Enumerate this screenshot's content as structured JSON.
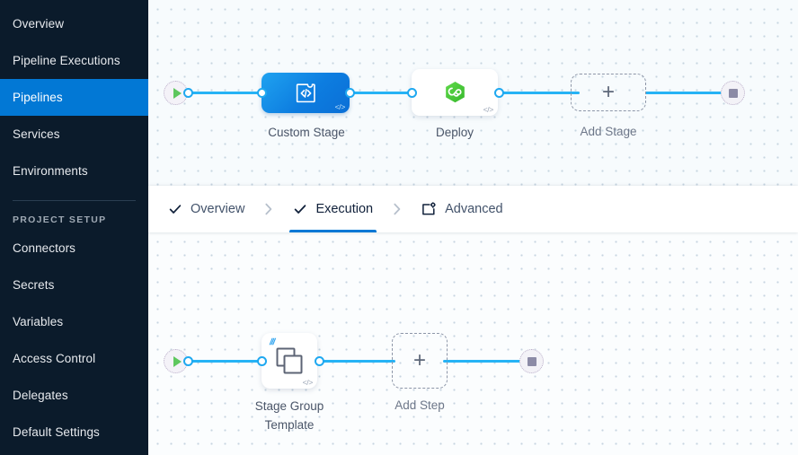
{
  "sidebar": {
    "items": [
      {
        "label": "Overview",
        "active": false
      },
      {
        "label": "Pipeline Executions",
        "active": false
      },
      {
        "label": "Pipelines",
        "active": true
      },
      {
        "label": "Services",
        "active": false
      },
      {
        "label": "Environments",
        "active": false
      }
    ],
    "section_label": "PROJECT SETUP",
    "setup_items": [
      {
        "label": "Connectors"
      },
      {
        "label": "Secrets"
      },
      {
        "label": "Variables"
      },
      {
        "label": "Access Control"
      },
      {
        "label": "Delegates"
      },
      {
        "label": "Default Settings"
      }
    ],
    "colors": {
      "background": "#0b1b2b",
      "active_background": "#0278d5",
      "text": "#e7eaee"
    }
  },
  "tabs": {
    "items": [
      {
        "label": "Overview",
        "icon": "check-icon",
        "active": false
      },
      {
        "label": "Execution",
        "icon": "check-icon",
        "active": true
      },
      {
        "label": "Advanced",
        "icon": "advanced-icon",
        "active": false
      }
    ],
    "separator_icon": "chevron-right-icon",
    "active_underline_color": "#0278d5"
  },
  "stage_canvas": {
    "start_node": {
      "icon": "play-icon"
    },
    "end_node": {
      "icon": "stop-icon"
    },
    "nodes": [
      {
        "label": "Custom Stage",
        "icon": "custom-stage-icon",
        "style": "blue",
        "badge": "</>"
      },
      {
        "label": "Deploy",
        "icon": "deploy-harness-icon",
        "style": "white",
        "badge": "</>"
      },
      {
        "label": "Add Stage",
        "icon": "plus-icon",
        "style": "dashed",
        "badge": ""
      }
    ],
    "edge_color": "#26b3f5"
  },
  "step_canvas": {
    "start_node": {
      "icon": "play-icon"
    },
    "end_node": {
      "icon": "stop-icon"
    },
    "nodes": [
      {
        "label": "Stage Group\nTemplate",
        "icon": "stacked-squares-icon",
        "style": "white",
        "badge": "</>"
      },
      {
        "label": "Add Step",
        "icon": "plus-icon",
        "style": "dashed",
        "badge": ""
      }
    ],
    "edge_color": "#26b3f5"
  },
  "glyphs": {
    "plus": "+",
    "code": "</>",
    "template_mark": "///"
  }
}
